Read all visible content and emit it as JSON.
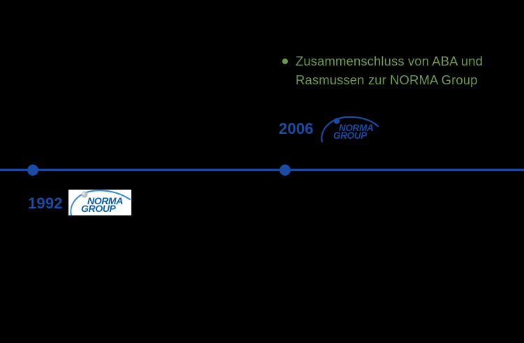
{
  "page": {
    "background_color": "#000000",
    "type": "timeline"
  },
  "timeline": {
    "axis_color": "#1b4ba3",
    "node_color": "#1b4ba3",
    "entries": [
      {
        "year": "1992",
        "year_color": "#1b4ba3",
        "logo": {
          "name": "norma-group-logo",
          "wordmark_line1": "NORMA",
          "wordmark_line2": "GROUP",
          "background": "#ffffff",
          "arc_color": "#2f8ad6",
          "text_color": "#0b5fab",
          "sphere_color": "#b9bcc0"
        },
        "events": []
      },
      {
        "year": "2006",
        "year_color": "#1b4ba3",
        "logo": {
          "name": "norma-group-logo",
          "wordmark_line1": "NORMA",
          "wordmark_line2": "GROUP",
          "background": "transparent",
          "arc_color": "#1b4ba3",
          "text_color": "#1b4ba3",
          "sphere_color": "#1b4ba3"
        },
        "events": [
          {
            "bullet_color": "#6f9b4e",
            "text_color": "#6f9b4e",
            "text": "Zusammenschluss von ABA und Rasmussen zur NORMA Group"
          }
        ]
      }
    ]
  }
}
